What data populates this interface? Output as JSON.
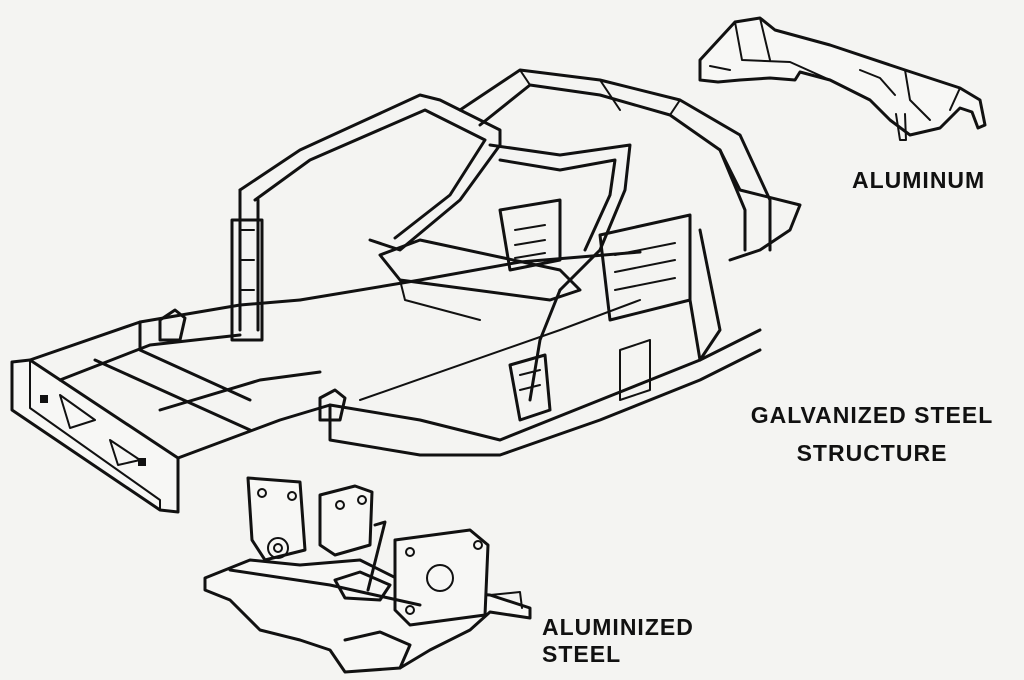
{
  "labels": {
    "aluminum": "ALUMINUM",
    "galvanized_line1": "GALVANIZED STEEL",
    "galvanized_line2": "STRUCTURE",
    "aluminized_line1": "ALUMINIZED",
    "aluminized_line2": "STEEL"
  },
  "colors": {
    "background": "#f4f4f2",
    "ink": "#111111"
  }
}
